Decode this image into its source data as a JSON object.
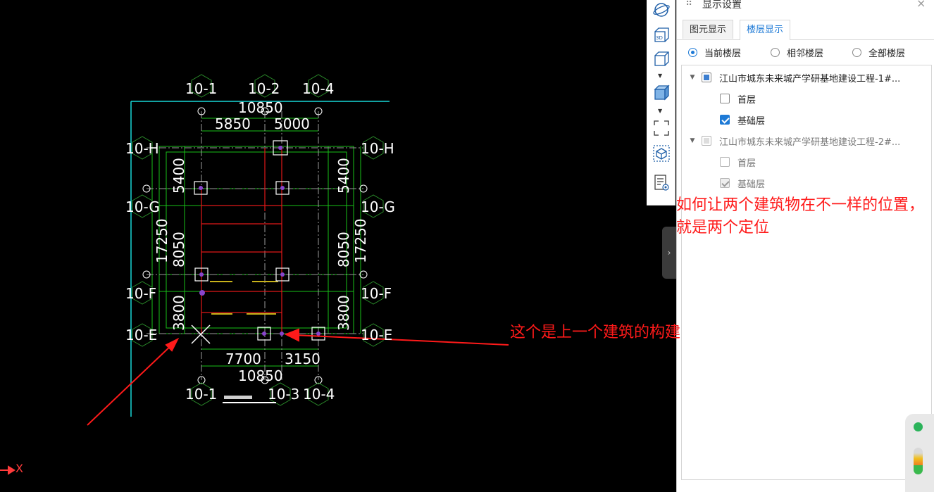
{
  "cad": {
    "axis_top": [
      "10-1",
      "10-2",
      "10-4"
    ],
    "axis_bottom": [
      "10-1",
      "10-3",
      "10-4"
    ],
    "axis_left": [
      "10-H",
      "10-G",
      "10-F",
      "10-E"
    ],
    "axis_right": [
      "10-H",
      "10-G",
      "10-F",
      "10-E"
    ],
    "dim_top_total": "10850",
    "dim_top_a": "5850",
    "dim_top_b": "5000",
    "dim_bottom_a": "7700",
    "dim_bottom_b": "3150",
    "dim_bottom_total": "10850",
    "dim_left_a": "5400",
    "dim_left_b": "8050",
    "dim_left_total": "17250",
    "dim_left_c": "3800",
    "dim_right_a": "5400",
    "dim_right_b": "8050",
    "dim_right_total": "17250",
    "dim_right_c": "3800",
    "x_axis_label": "X"
  },
  "toolbar": {
    "items": [
      "orbit-icon",
      "view-3d-icon",
      "box-view-icon",
      "cube-solid-icon",
      "fit-view-icon",
      "component-cube-icon",
      "display-settings-icon"
    ]
  },
  "panel": {
    "title": "显示设置",
    "close": "×",
    "tabs": [
      {
        "label": "图元显示",
        "active": false
      },
      {
        "label": "楼层显示",
        "active": true
      }
    ],
    "radios": [
      {
        "label": "当前楼层",
        "selected": true
      },
      {
        "label": "相邻楼层",
        "selected": false
      },
      {
        "label": "全部楼层",
        "selected": false
      }
    ],
    "tree": [
      {
        "label": "江山市城东未来城产学研基地建设工程-1#...",
        "level": 0,
        "state": "partial",
        "enabled": true
      },
      {
        "label": "首层",
        "level": 1,
        "state": "unchecked",
        "enabled": true
      },
      {
        "label": "基础层",
        "level": 1,
        "state": "checked",
        "enabled": true
      },
      {
        "label": "江山市城东未来城产学研基地建设工程-2#...",
        "level": 0,
        "state": "partial",
        "enabled": false
      },
      {
        "label": "首层",
        "level": 1,
        "state": "unchecked",
        "enabled": false
      },
      {
        "label": "基础层",
        "level": 1,
        "state": "checked",
        "enabled": false
      }
    ]
  },
  "annotations": {
    "note1": "如何让两个建筑物在不一样的位置，就是两个定位",
    "note2": "这个是上一个建筑的构建"
  },
  "colors": {
    "accent": "#1e7ad6",
    "annotation": "#ff1a1a",
    "cad_green": "#18c018",
    "cad_cyan": "#18d8d8",
    "cad_red": "#e01818",
    "status_ok": "#2bb35a"
  }
}
